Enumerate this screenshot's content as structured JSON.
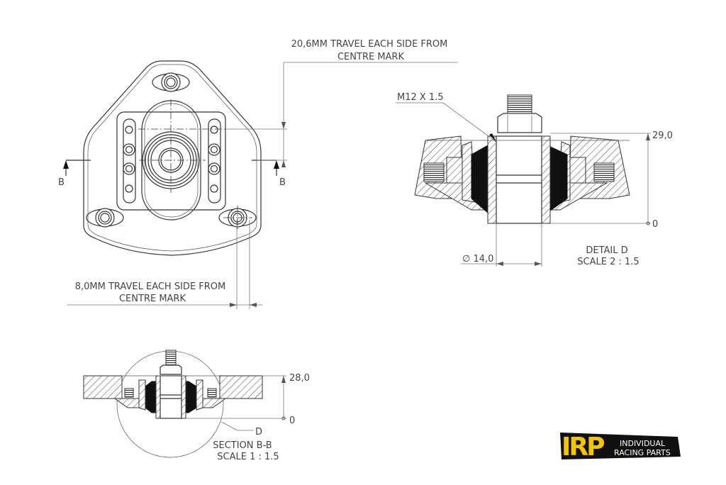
{
  "top_view": {
    "section_label_left": "B",
    "section_label_right": "B",
    "travel_long_line1": "20,6MM TRAVEL EACH SIDE FROM",
    "travel_long_line2": "CENTRE MARK",
    "travel_short_line1": "8,0MM TRAVEL EACH SIDE FROM",
    "travel_short_line2": "CENTRE MARK"
  },
  "detail_d": {
    "thread_callout": "M12 X 1.5",
    "height_dim": "29,0",
    "zero_dim": "0",
    "diameter_dim": "∅ 14,0",
    "title": "DETAIL D",
    "scale": "SCALE 2 : 1.5"
  },
  "section_bb": {
    "height_dim": "28,0",
    "zero_dim": "0",
    "detail_ref": "D",
    "title": "SECTION B-B",
    "scale": "SCALE 1 : 1.5"
  },
  "logo": {
    "mark": "IRP",
    "line1": "INDIVIDUAL",
    "line2": "RACING PARTS",
    "accent_color": "#f5c400"
  }
}
